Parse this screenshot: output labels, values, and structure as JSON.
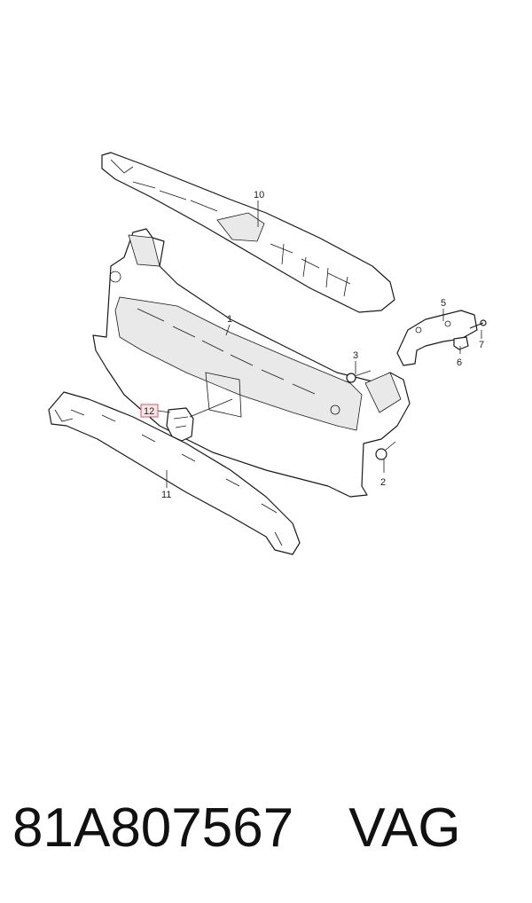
{
  "callouts": {
    "c1": "1",
    "c2": "2",
    "c3": "3",
    "c5": "5",
    "c6": "6",
    "c7": "7",
    "c10": "10",
    "c11": "11",
    "c12": "12"
  },
  "footer": {
    "part_number": "81A807567",
    "brand": "VAG"
  },
  "colors": {
    "highlight": "#e05060",
    "line": "#1a1a1a",
    "text": "#111111"
  }
}
